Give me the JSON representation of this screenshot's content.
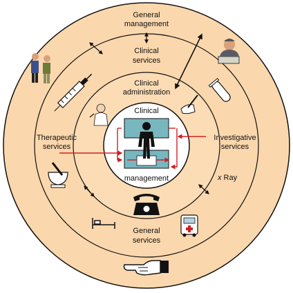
{
  "labels": {
    "general_management_line1": "General",
    "general_management_line2": "management",
    "clinical_services_line1": "Clinical",
    "clinical_services_line2": "services",
    "clinical_admin_line1": "Clinical",
    "clinical_admin_line2": "administration",
    "clinical_management_top": "Clinical",
    "clinical_management_bottom": "management",
    "therapeutic_line1": "Therapeutic",
    "therapeutic_line2": "services",
    "investigative_line1": "Investigative",
    "investigative_line2": "services",
    "x_ray_italic": "x",
    "x_ray_text": " Ray",
    "general_services_line1": "General",
    "general_services_line2": "services"
  },
  "colors": {
    "outer_ring": "#fbd7ad",
    "inner_disc": "#fcdcb4",
    "center_disc": "#ffffff",
    "panel": "#78b7bf",
    "arrow_red": "#d21e23",
    "ring_stroke": "#111111"
  },
  "icons": [
    "two-people-icon",
    "syringe-icon",
    "test-tube-icon",
    "man-at-desk-icon",
    "doctor-icon",
    "writing-hand-icon",
    "person-figure-icon",
    "mortar-pestle-icon",
    "telephone-icon",
    "hospital-bed-icon",
    "ambulance-icon",
    "pointing-hand-icon"
  ]
}
